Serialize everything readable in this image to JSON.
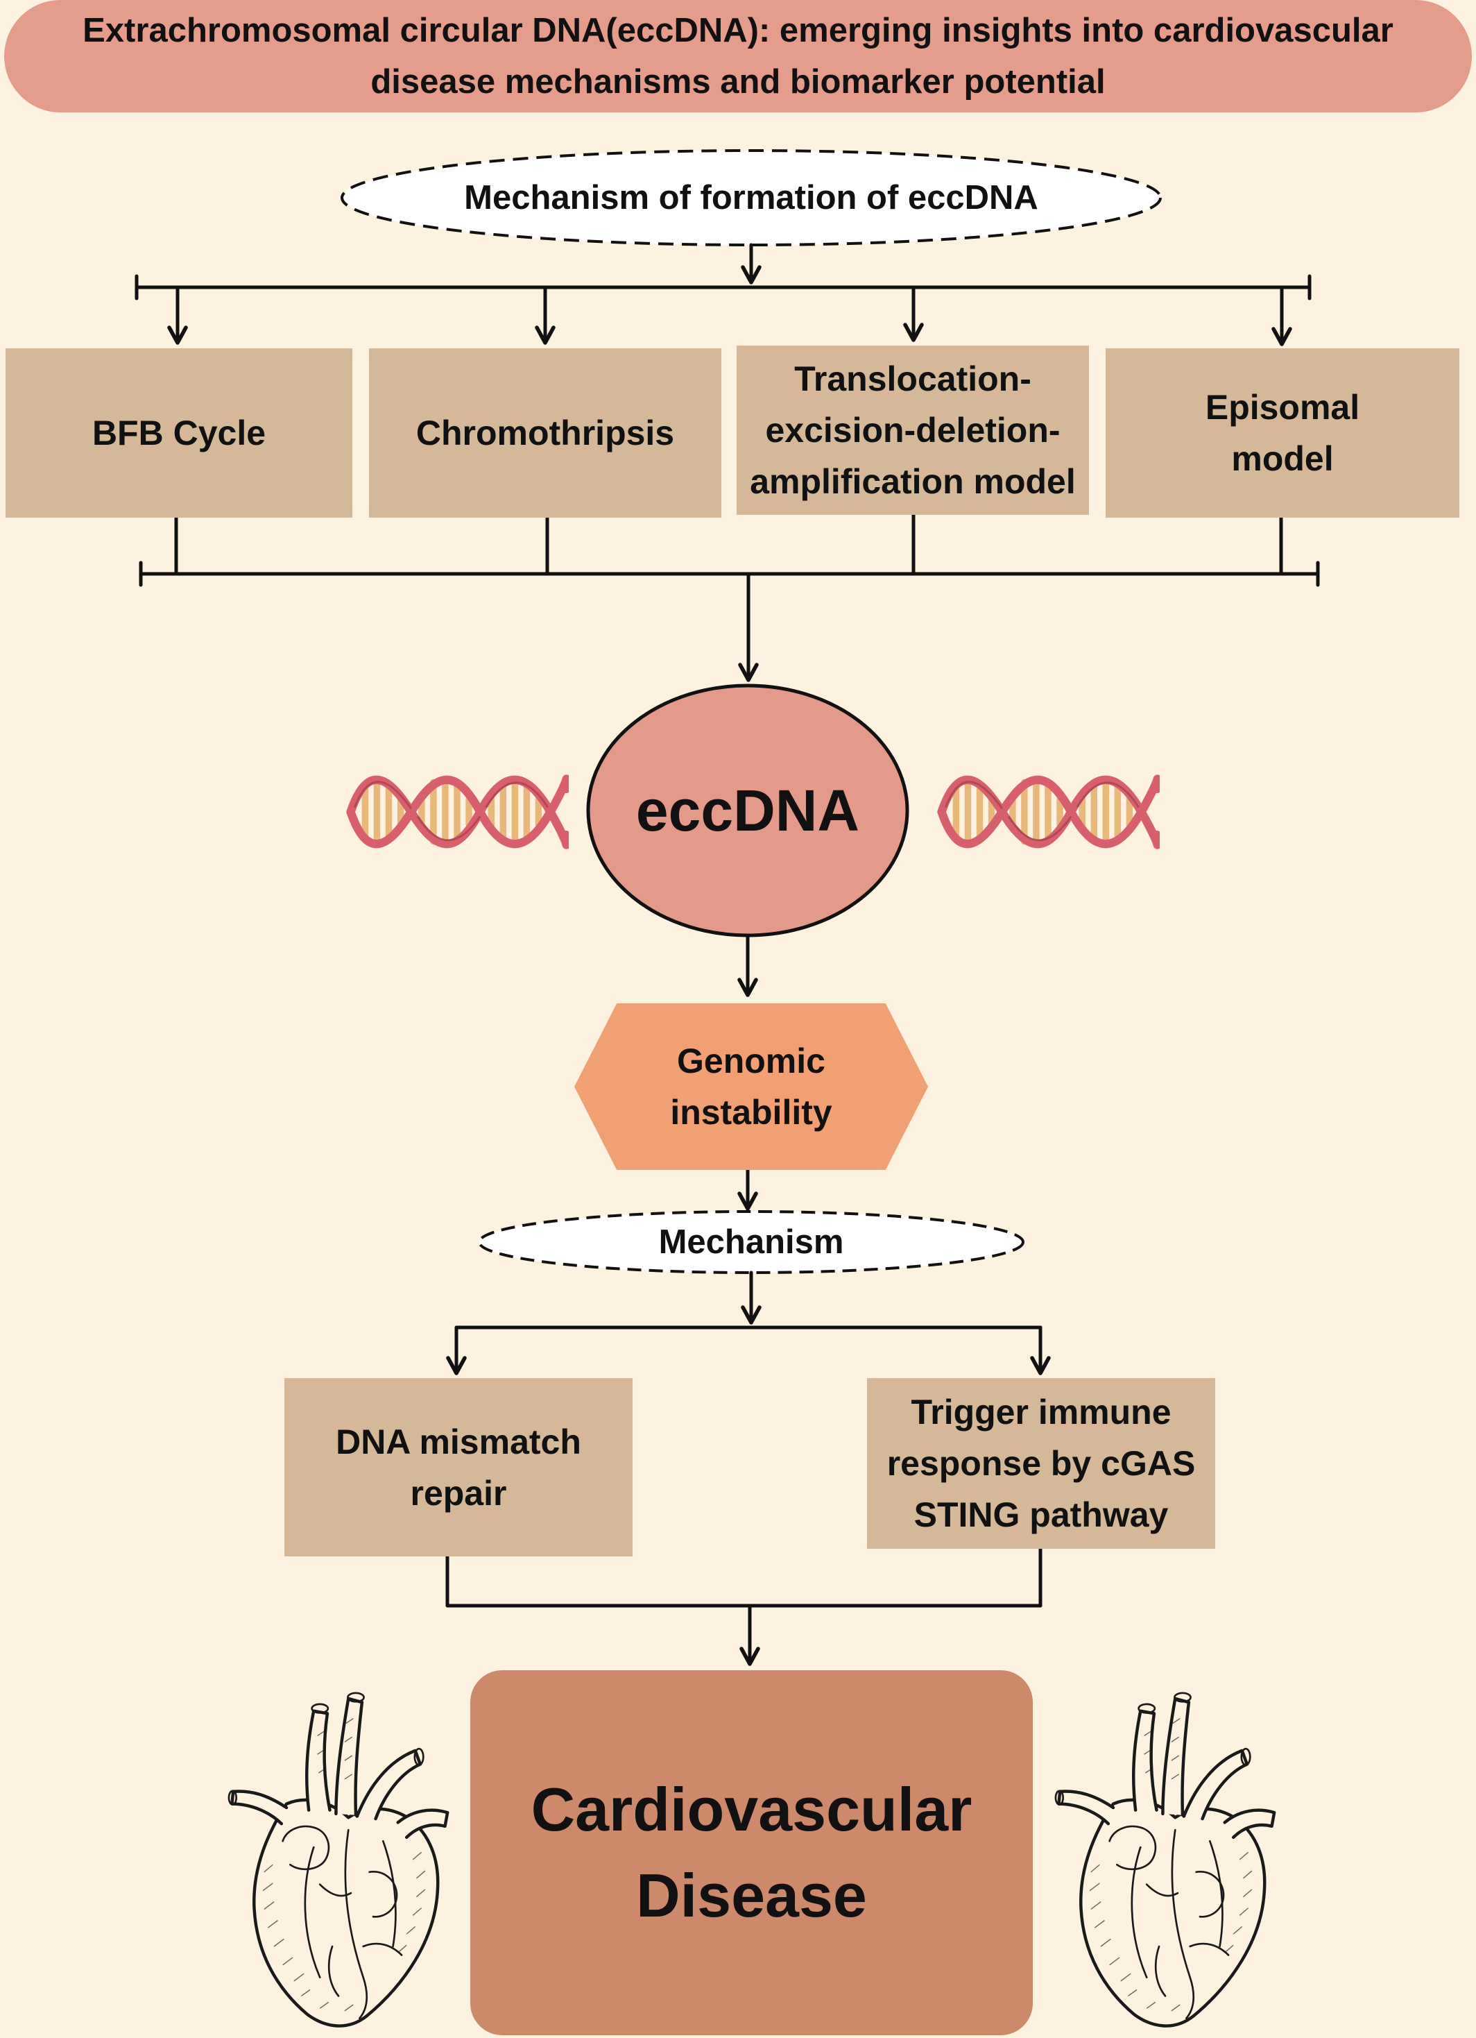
{
  "title": "Extrachromosomal circular DNA(eccDNA): emerging insights into cardiovascular\ndisease mechanisms and biomarker potential",
  "formation_header": "Mechanism of formation of eccDNA",
  "formation_models": [
    "BFB Cycle",
    "Chromothripsis",
    "Translocation-\nexcision-deletion-\namplification model",
    "Episomal\nmodel"
  ],
  "center_node": "eccDNA",
  "genomic_instability": "Genomic\ninstability",
  "mechanism_header": "Mechanism",
  "mechanisms": [
    "DNA mismatch\nrepair",
    "Trigger immune\nresponse by cGAS\nSTING pathway"
  ],
  "outcome": "Cardiovascular\nDisease",
  "icons": [
    "dna-helix-icon",
    "human-heart-icon"
  ],
  "colors": {
    "background": "#fdf2df",
    "title_banner": "#e49d8a",
    "model_box": "#d5b897",
    "eccdna_circle": "#e49a88",
    "genomic_instability": "#f0a072",
    "outcome_box": "#cd8a6b",
    "dna_strand": "#d8606c",
    "dna_rung": "#e8b87a"
  }
}
